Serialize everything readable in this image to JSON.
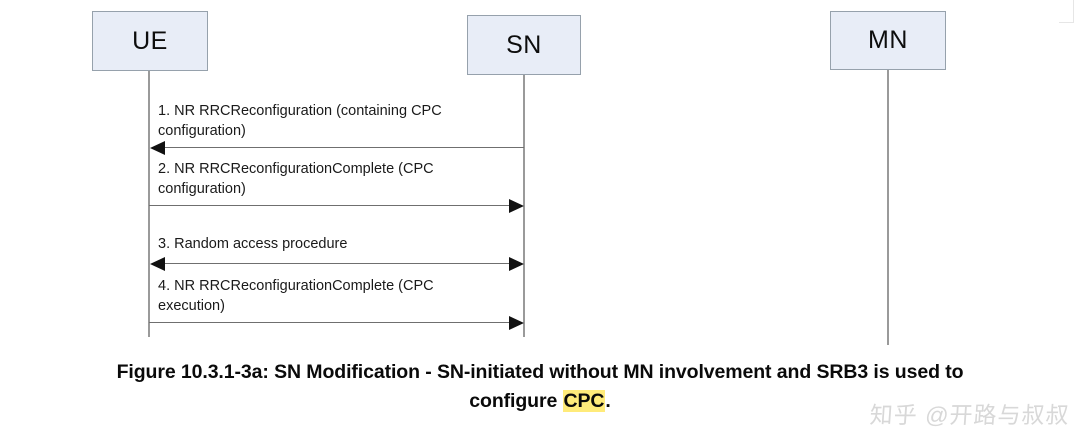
{
  "figure": {
    "caption_line1": "Figure 10.3.1-3a: SN Modification - SN-initiated without MN involvement and SRB3 is used to",
    "caption_line2_prefix": "configure ",
    "caption_line2_highlight": "CPC",
    "caption_line2_suffix": ".",
    "highlight_color": "#ffeb7a"
  },
  "participants": [
    {
      "id": "ue",
      "label": "UE"
    },
    {
      "id": "sn",
      "label": "SN"
    },
    {
      "id": "mn",
      "label": "MN"
    }
  ],
  "messages": [
    {
      "number": "1",
      "label": "1. NR RRCReconfiguration (containing CPC\nconfiguration)",
      "from": "sn",
      "to": "ue",
      "direction": "left"
    },
    {
      "number": "2",
      "label": "2. NR RRCReconfigurationComplete (CPC\nconfiguration)",
      "from": "ue",
      "to": "sn",
      "direction": "right"
    },
    {
      "number": "3",
      "label": "3. Random access procedure",
      "from": "ue",
      "to": "sn",
      "direction": "both"
    },
    {
      "number": "4",
      "label": "4. NR RRCReconfigurationComplete (CPC\nexecution)",
      "from": "ue",
      "to": "sn",
      "direction": "right"
    }
  ],
  "watermark": {
    "text": "知乎 @开路与叔叔"
  },
  "colors": {
    "box_fill": "#e8edf7",
    "box_border": "#96a1ac",
    "lifeline": "#9a9a9a",
    "message_line": "#6f6f6f",
    "arrow": "#111111",
    "text": "#1a1a1a"
  }
}
